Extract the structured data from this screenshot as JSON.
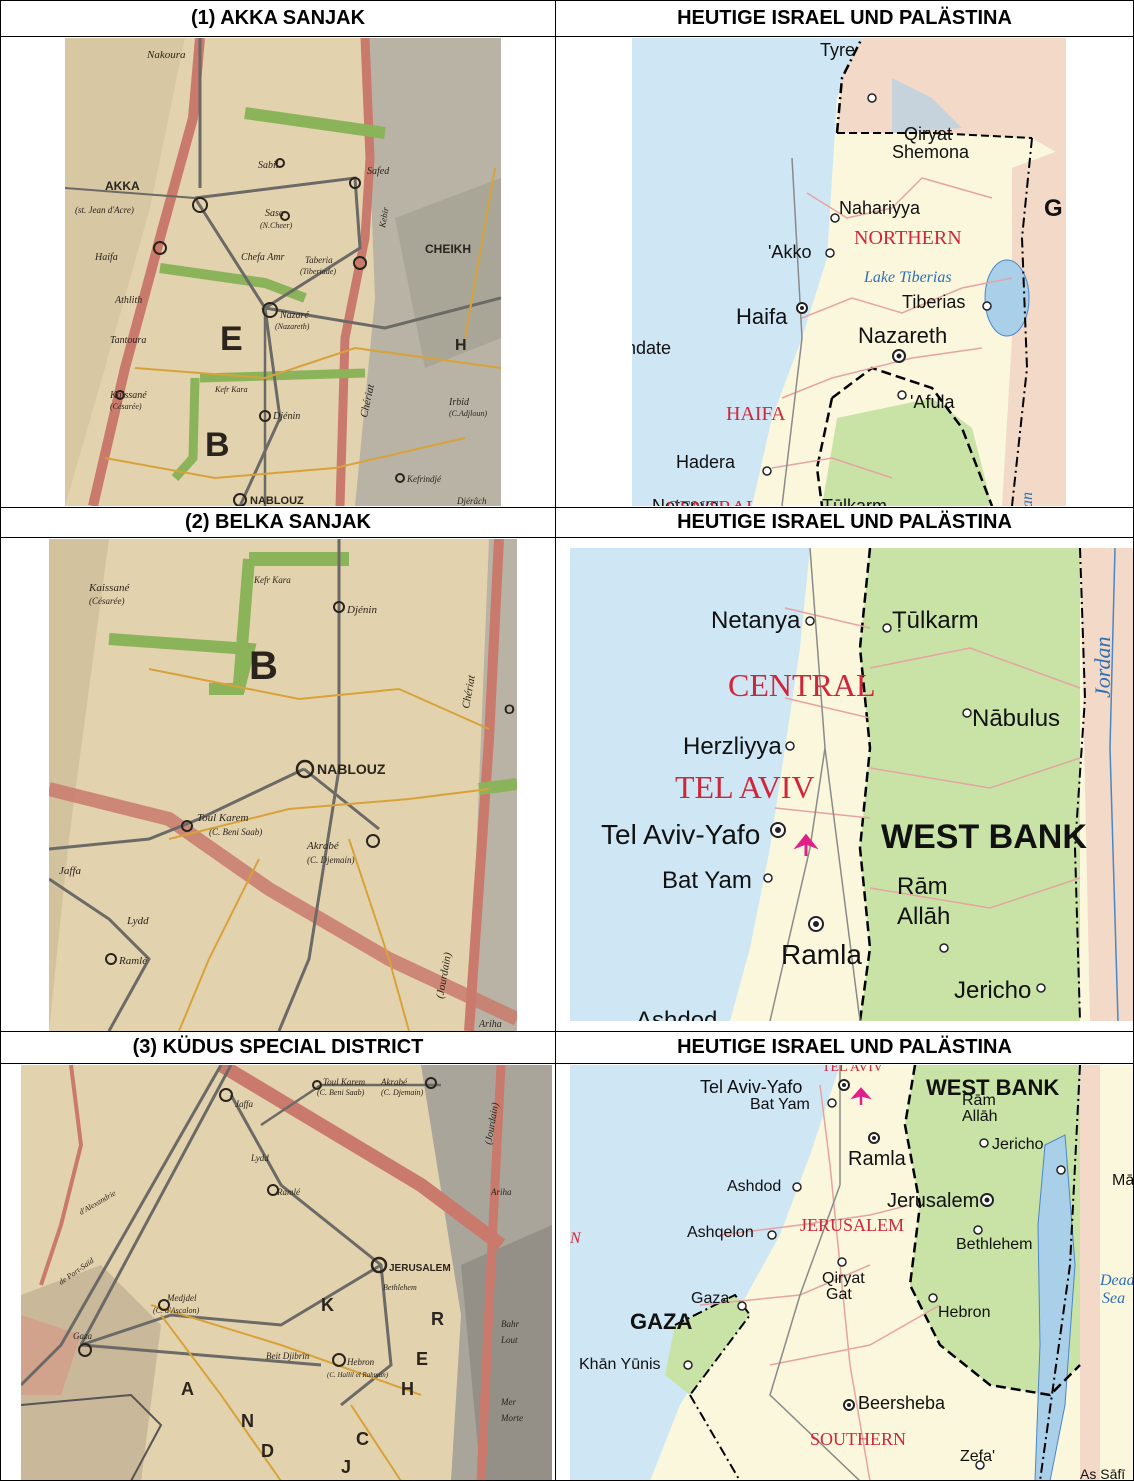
{
  "headers": {
    "row1_left": "(1)  AKKA SANJAK",
    "row1_right": "HEUTIGE ISRAEL UND PALÄSTINA",
    "row2_left": "(2)  BELKA SANJAK",
    "row2_right": "HEUTIGE ISRAEL UND PALÄSTINA",
    "row3_left": "(3)  KÜDUS SPECIAL DISTRICT",
    "row3_right": "HEUTIGE ISRAEL UND PALÄSTINA"
  },
  "colors": {
    "sea_modern": "#cfe6f5",
    "land_modern": "#fbf7dc",
    "westbank": "#c9e3a6",
    "lebanon_syria": "#f2d9c8",
    "red_label": "#d0263a",
    "old_paper": "#e6d6b4",
    "old_red_band": "#c97a6c",
    "old_green_band": "#8bb35a",
    "old_road": "#d8a23a"
  },
  "old_map1": {
    "labels": [
      "Nakoura",
      "AKKA",
      "(st. Jean d'Acre)",
      "Sabil",
      "Safed",
      "Sasa",
      "(N.Cheer)",
      "Chefa Amr",
      "Taberia",
      "(Tiberiade)",
      "CHEIKH",
      "Kebir",
      "Haifa",
      "Athlith",
      "Tantoura",
      "Nazaré",
      "(Nazareth)",
      "E",
      "H",
      "Kaissané",
      "(Césarée)",
      "Kefr Kara",
      "Djénin",
      "Irbid",
      "(C.Adjloun)",
      "B",
      "Chériat",
      "Kefrindjé",
      "NABLOUZ",
      "Djérâch"
    ]
  },
  "modern_map1": {
    "labels": [
      "Tyre",
      "Qiryat",
      "Shemona",
      "Nahariyya",
      "'Akko",
      "Haifa",
      "Nazareth",
      "Tiberias",
      "'Afula",
      "Hadera",
      "Netanya",
      "Tūlkarm",
      "ndate",
      "G",
      "an"
    ],
    "regions": [
      "NORTHERN",
      "HAIFA",
      "CENTRAL"
    ],
    "water": [
      "Lake Tiberias"
    ]
  },
  "old_map2": {
    "labels": [
      "Kaissané",
      "(Césarée)",
      "Kefr Kara",
      "Djénin",
      "B",
      "NABLOUZ",
      "Toul Karem",
      "(C. Beni Saab)",
      "Akrabé",
      "(C. Djemain)",
      "Jaffa",
      "Lydd",
      "Ramlé",
      "(Jourdain)",
      "Chériat",
      "Ariha",
      "O"
    ]
  },
  "modern_map2": {
    "labels": [
      "Netanya",
      "Ṭūlkarm",
      "Nābulus",
      "Herzliyya",
      "Tel Aviv-Yafo",
      "Bat Yam",
      "Rām",
      "Allāh",
      "Ramla",
      "Jericho",
      "Ashdod"
    ],
    "regions": [
      "CENTRAL",
      "TEL AVIV",
      "WEST BANK"
    ],
    "water": [
      "Jordan"
    ]
  },
  "old_map3": {
    "labels": [
      "Toul Karem",
      "(C. Beni Saab)",
      "Akrabé",
      "(C. Djemain)",
      "Jaffa",
      "Lydd",
      "Ramlé",
      "d'Alexandrie",
      "de Port-Saïd",
      "Medjdel",
      "(C. d'Ascalon)",
      "JERUSALEM",
      "Bethlehem",
      "Beit Djibrin",
      "Hebron",
      "(C. Hallil el Rahman)",
      "Gaza",
      "(Jourdain)",
      "Bahr",
      "Lout",
      "Mer",
      "Morte",
      "Ariha",
      "K",
      "A",
      "N",
      "D",
      "J",
      "C",
      "H",
      "E",
      "R"
    ]
  },
  "modern_map3": {
    "labels": [
      "Tel Aviv-Yafo",
      "Bat Yam",
      "Rām",
      "Allāh",
      "Ramla",
      "Jericho",
      "Ashdod",
      "Jerusalem",
      "Ashqelon",
      "Bethlehem",
      "Qiryat",
      "Gat",
      "Gaza",
      "Hebron",
      "Khān Yūnis",
      "Beersheba",
      "Zefa'",
      "Mā",
      "N",
      "As Sāfī"
    ],
    "regions": [
      "TEL AVIV",
      "WEST BANK",
      "JERUSALEM",
      "GAZA",
      "SOUTHERN"
    ],
    "water": [
      "Dead",
      "Sea"
    ]
  }
}
